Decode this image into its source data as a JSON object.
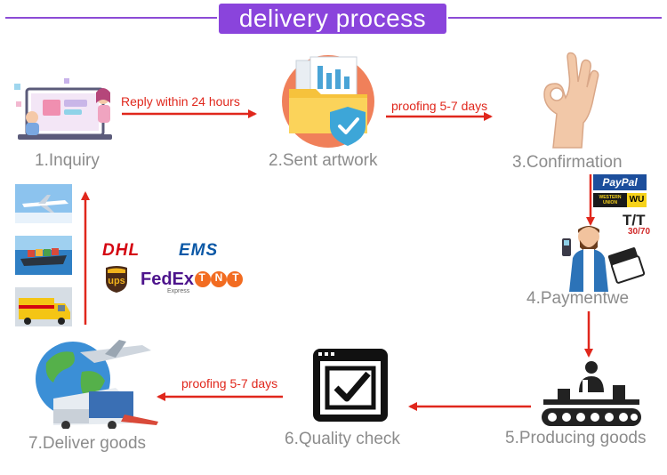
{
  "header": {
    "title": "delivery process"
  },
  "steps": [
    {
      "label": "1.Inquiry"
    },
    {
      "label": "2.Sent artwork"
    },
    {
      "label": "3.Confirmation"
    },
    {
      "label": "4.Paymentwe"
    },
    {
      "label": "5.Producing goods"
    },
    {
      "label": "6.Quality check"
    },
    {
      "label": "7.Deliver goods"
    }
  ],
  "arrows": {
    "inquiry_to_artwork": "Reply within 24 hours",
    "artwork_to_confirmation": "proofing 5-7 days",
    "quality_to_deliver": "proofing 5-7 days"
  },
  "payment_methods": {
    "paypal": "PayPal",
    "western_union": "WESTERN UNION",
    "wu": "WU",
    "tt": "T/T",
    "tt_ratio": "30/70"
  },
  "carriers": {
    "dhl": "DHL",
    "ems": "EMS",
    "ups": "ups",
    "fedex": "FedEx",
    "fedex_sub": "Express",
    "tnt": "TNT"
  },
  "colors": {
    "accent": "#8a44dc",
    "arrow": "#e0271c",
    "label": "#8c8c8c"
  }
}
